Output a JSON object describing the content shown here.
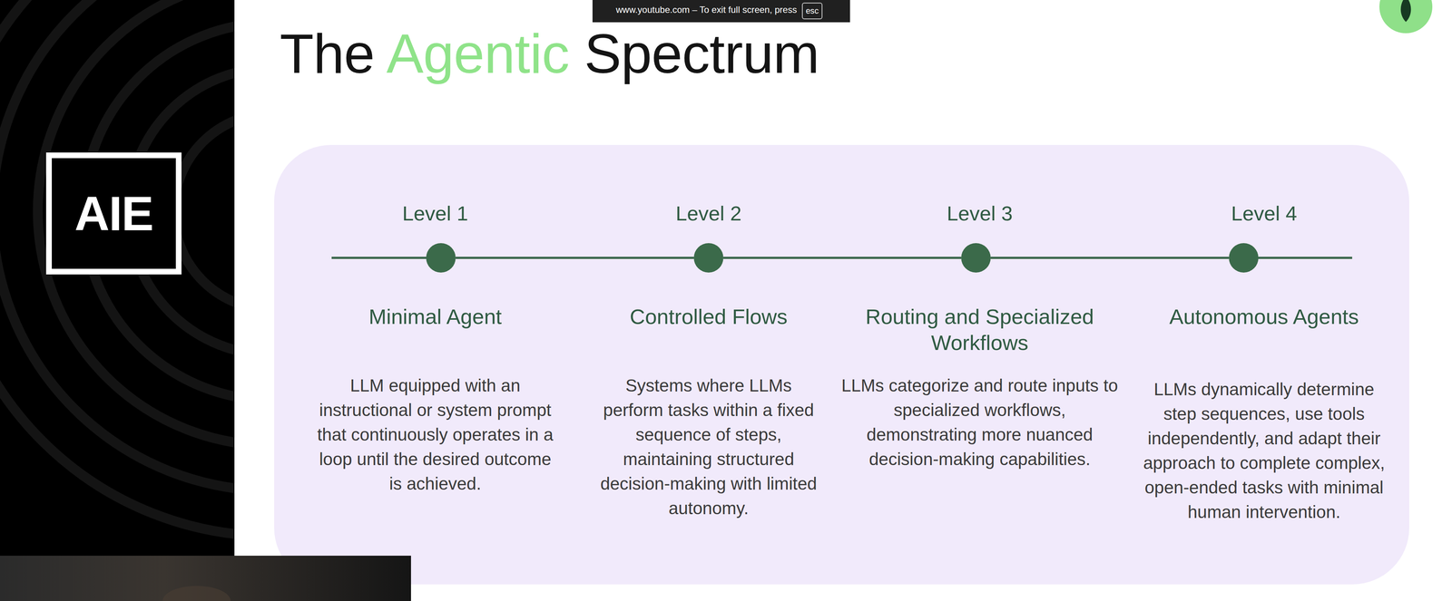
{
  "diagram": {
    "title": "The Agentic Spectrum",
    "nodes": [
      {
        "text": [
          "www.youtube.com – To exit full screen, press"
        ]
      },
      {
        "text": [
          "esc"
        ],
        "in": 0
      },
      {
        "text": [
          "AIE"
        ]
      },
      {
        "text": [
          "Level 1",
          "Minimal Agent",
          "LLM equipped with an instructional or system prompt that continuously operates in a loop until the desired outcome is achieved."
        ]
      },
      {
        "text": [
          "Level 2",
          "Controlled Flows",
          "Systems where LLMs perform tasks within a fixed sequence of steps, maintaining structured decision-making with limited autonomy."
        ]
      },
      {
        "text": [
          "Level 3",
          "Routing and Specialized Workflows",
          "LLMs categorize and route inputs to specialized workflows, demonstrating more nuanced decision-making capabilities."
        ]
      },
      {
        "text": [
          "Level 4",
          "Autonomous Agents",
          "LLMs dynamically determine step sequences, use tools independently, and adapt their approach to complete complex, open-ended tasks with minimal human intervention."
        ]
      }
    ],
    "edges": [
      {
        "from": 3,
        "to": 4,
        "arrow": "none"
      },
      {
        "from": 4,
        "to": 5,
        "arrow": "none"
      },
      {
        "from": 5,
        "to": 6,
        "arrow": "none"
      }
    ]
  }
}
